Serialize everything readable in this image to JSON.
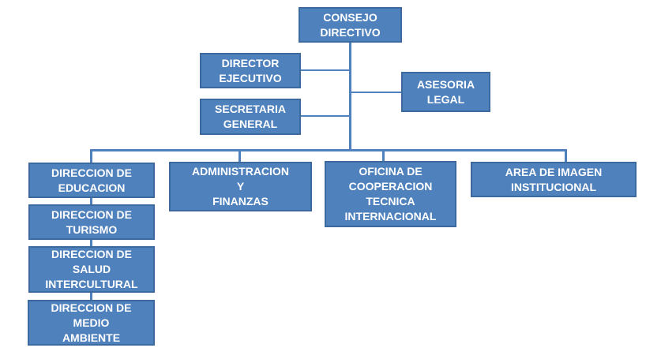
{
  "colors": {
    "box_fill": "#4F81BD",
    "box_border": "#3D6A9E",
    "connector": "#4F81BD",
    "text": "#FFFFFF"
  },
  "nodes": {
    "consejo": [
      "CONSEJO",
      "DIRECTIVO"
    ],
    "director": [
      "DIRECTOR",
      "EJECUTIVO"
    ],
    "secretaria": [
      "SECRETARIA",
      "GENERAL"
    ],
    "asesoria": [
      "ASESORIA",
      "LEGAL"
    ],
    "educacion": [
      "DIRECCION DE",
      "EDUCACION"
    ],
    "turismo": [
      "DIRECCION DE",
      "TURISMO"
    ],
    "salud": [
      "DIRECCION DE",
      "SALUD",
      "INTERCULTURAL"
    ],
    "medio": [
      "DIRECCION DE",
      "MEDIO",
      "AMBIENTE"
    ],
    "administracion": [
      "ADMINISTRACION",
      "Y",
      "FINANZAS"
    ],
    "oficina": [
      "OFICINA DE",
      "COOPERACION",
      "TECNICA",
      "INTERNACIONAL"
    ],
    "imagen": [
      "AREA DE IMAGEN",
      "INSTITUCIONAL"
    ]
  }
}
